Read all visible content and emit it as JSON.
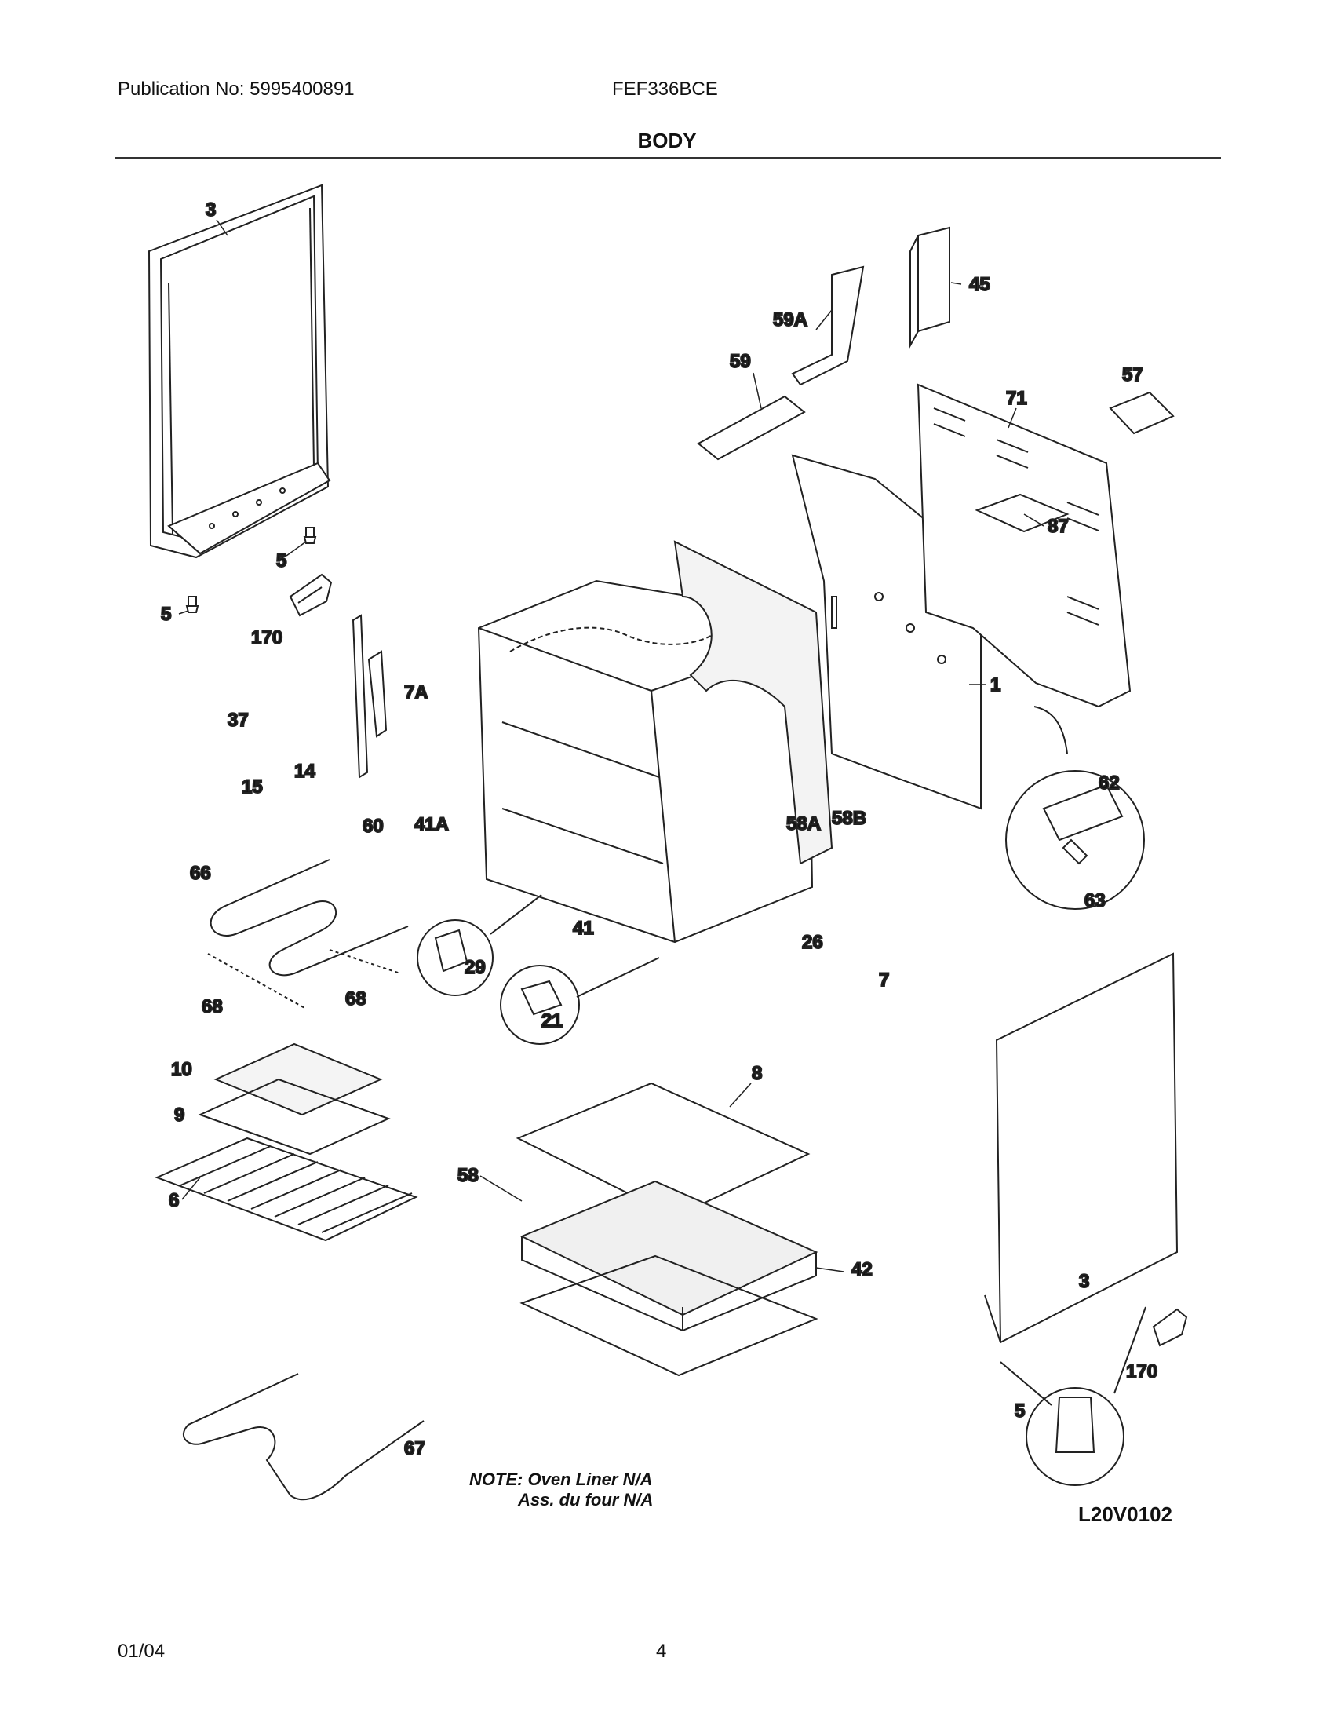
{
  "header": {
    "publication": "Publication No: 5995400891",
    "model": "FEF336BCE",
    "section_title": "BODY"
  },
  "callouts": [
    "3",
    "5",
    "5",
    "170",
    "7A",
    "37",
    "14",
    "15",
    "60",
    "41A",
    "58A",
    "58B",
    "1",
    "62",
    "63",
    "45",
    "59A",
    "59",
    "57",
    "71",
    "87",
    "66",
    "68",
    "68",
    "29",
    "21",
    "41",
    "26",
    "7",
    "10",
    "9",
    "6",
    "8",
    "58",
    "42",
    "3",
    "170",
    "5",
    "67"
  ],
  "note": {
    "line1": "NOTE: Oven Liner N/A",
    "line2": "Ass. du four N/A"
  },
  "diagram_code": "L20V0102",
  "footer": {
    "date": "01/04",
    "page_number": "4"
  }
}
